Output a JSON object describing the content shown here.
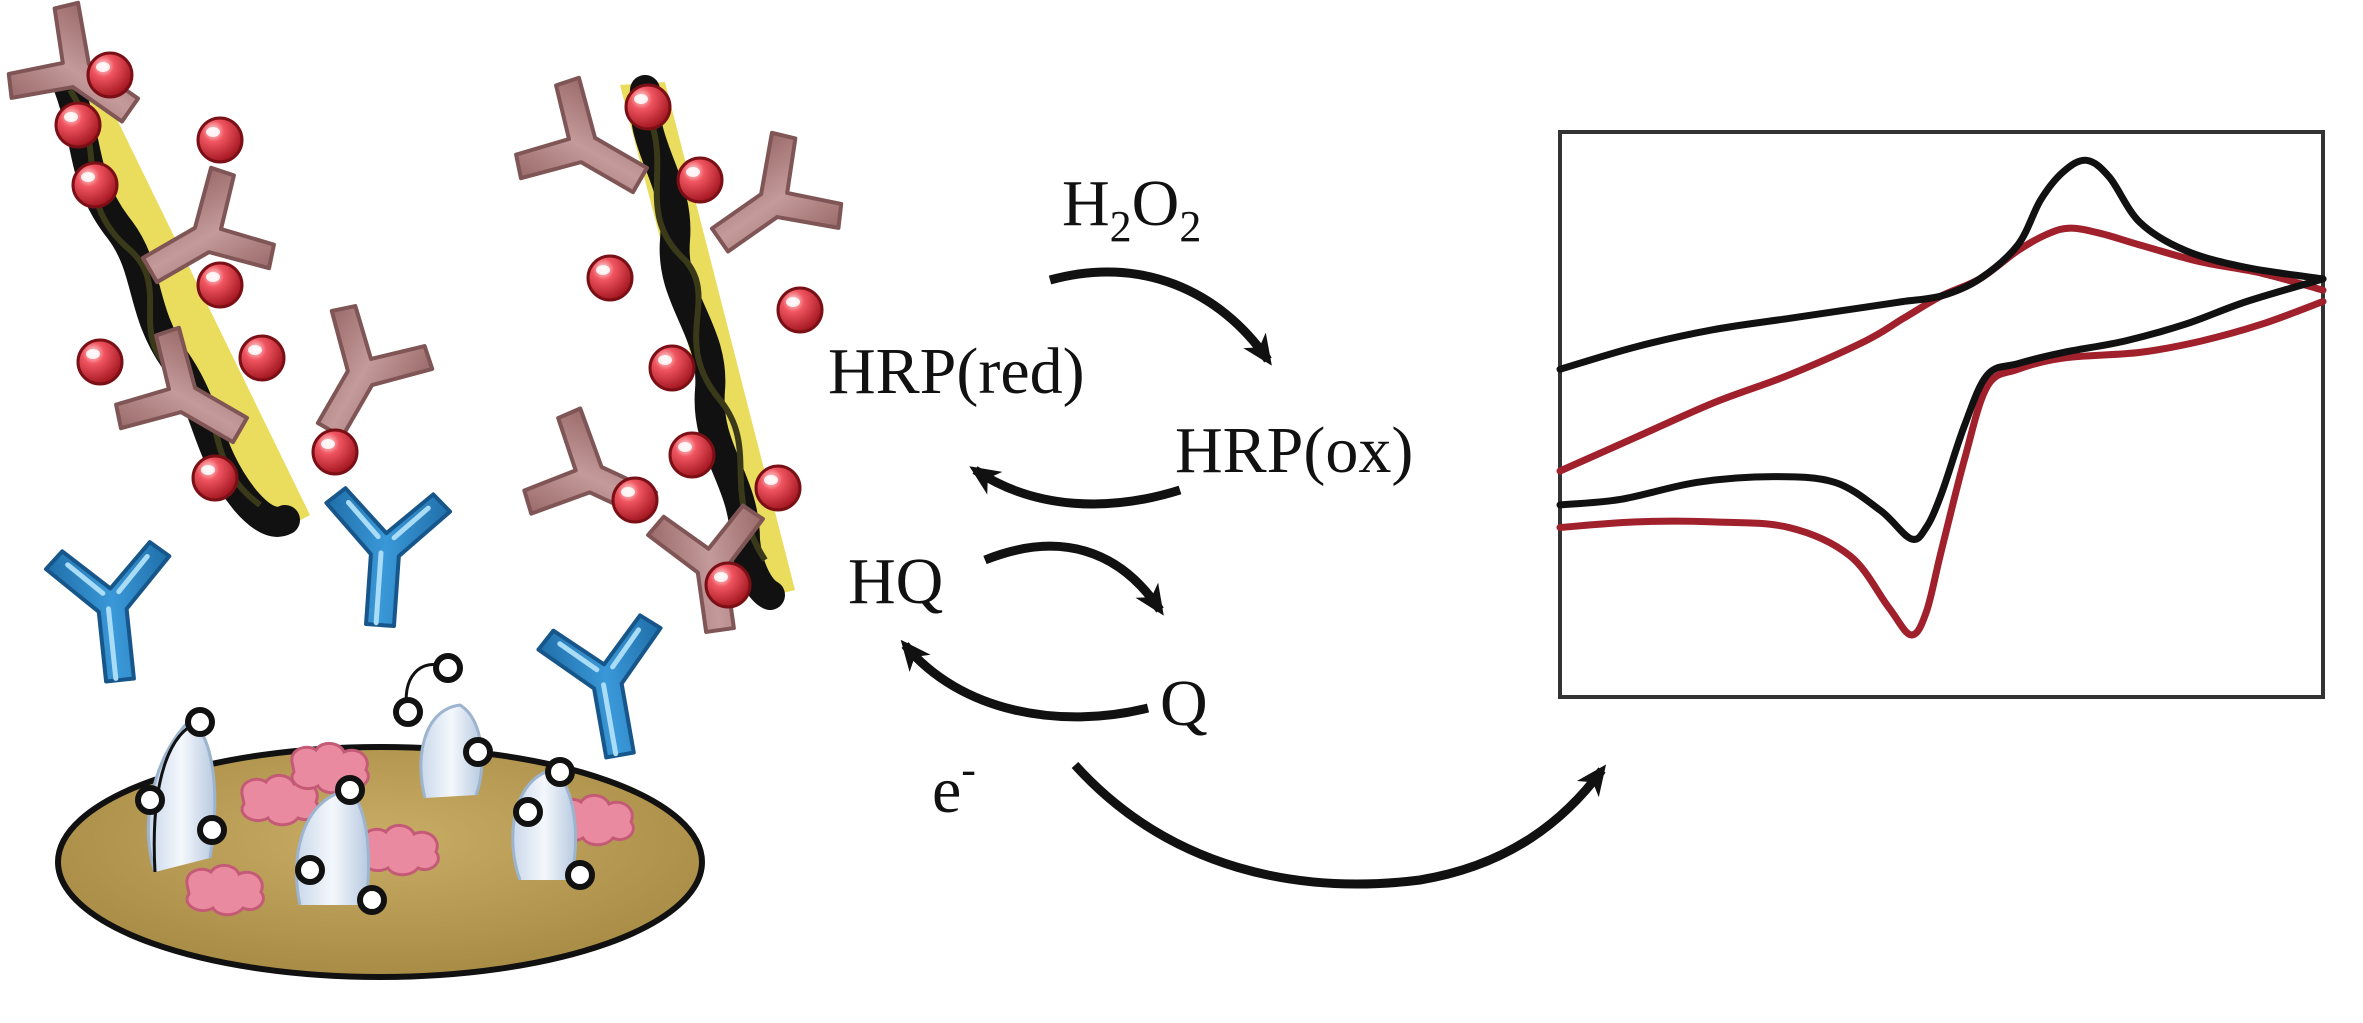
{
  "labels": {
    "h2o2_h": "H",
    "h2o2_sub1": "2",
    "h2o2_o": "O",
    "h2o2_sub2": "2",
    "hrp_red": "HRP(red)",
    "hrp_ox": "HRP(ox)",
    "hq": "HQ",
    "q": "Q",
    "electron": "e",
    "electron_charge": "-"
  },
  "colors": {
    "ink": "#111111",
    "antibody_blue": "#2a86c6",
    "antibody_blue_light": "#8fd0f2",
    "antibody_mauve": "#b08080",
    "bead_red": "#d22a35",
    "nanotube_core": "#111111",
    "nanotube_glow": "#e8d84a",
    "electrode_fill": "#b79a55",
    "electrode_dark": "#8d7435",
    "protein_pink": "#e8859c",
    "linker_fill": "#dde8f4",
    "cv_black": "#111111",
    "cv_red": "#a0202c"
  },
  "chart_data": {
    "type": "line",
    "title": "",
    "xlabel": "",
    "ylabel": "",
    "grid": false,
    "ticks": false,
    "xlim": [
      0,
      100
    ],
    "ylim": [
      0,
      100
    ],
    "series": [
      {
        "color": "#111111",
        "forward": [
          [
            0,
            58
          ],
          [
            10,
            62
          ],
          [
            20,
            65
          ],
          [
            30,
            67
          ],
          [
            40,
            69
          ],
          [
            45,
            70
          ],
          [
            50,
            71
          ],
          [
            55,
            74
          ],
          [
            60,
            80
          ],
          [
            63,
            88
          ],
          [
            66,
            93
          ],
          [
            69,
            95
          ],
          [
            72,
            92
          ],
          [
            76,
            84
          ],
          [
            82,
            79
          ],
          [
            90,
            76
          ],
          [
            100,
            74
          ]
        ],
        "reverse": [
          [
            100,
            74
          ],
          [
            90,
            70
          ],
          [
            82,
            66
          ],
          [
            74,
            63
          ],
          [
            66,
            61
          ],
          [
            60,
            59
          ],
          [
            56,
            57
          ],
          [
            53,
            48
          ],
          [
            50,
            36
          ],
          [
            48,
            30
          ],
          [
            46,
            28
          ],
          [
            42,
            33
          ],
          [
            36,
            38
          ],
          [
            28,
            39
          ],
          [
            18,
            38
          ],
          [
            8,
            35
          ],
          [
            0,
            34
          ]
        ]
      },
      {
        "color": "#a0202c",
        "forward": [
          [
            0,
            40
          ],
          [
            10,
            46
          ],
          [
            20,
            52
          ],
          [
            30,
            57
          ],
          [
            40,
            63
          ],
          [
            45,
            67
          ],
          [
            50,
            71
          ],
          [
            55,
            74
          ],
          [
            60,
            79
          ],
          [
            64,
            82
          ],
          [
            67,
            83
          ],
          [
            71,
            82
          ],
          [
            76,
            80
          ],
          [
            84,
            77
          ],
          [
            92,
            75
          ],
          [
            100,
            72
          ]
        ],
        "reverse": [
          [
            100,
            70
          ],
          [
            92,
            66
          ],
          [
            84,
            63
          ],
          [
            76,
            61
          ],
          [
            66,
            60
          ],
          [
            60,
            58
          ],
          [
            56,
            55
          ],
          [
            53,
            42
          ],
          [
            50,
            26
          ],
          [
            48,
            15
          ],
          [
            46,
            11
          ],
          [
            43,
            16
          ],
          [
            38,
            25
          ],
          [
            30,
            30
          ],
          [
            20,
            31
          ],
          [
            10,
            31
          ],
          [
            0,
            30
          ]
        ]
      }
    ]
  }
}
